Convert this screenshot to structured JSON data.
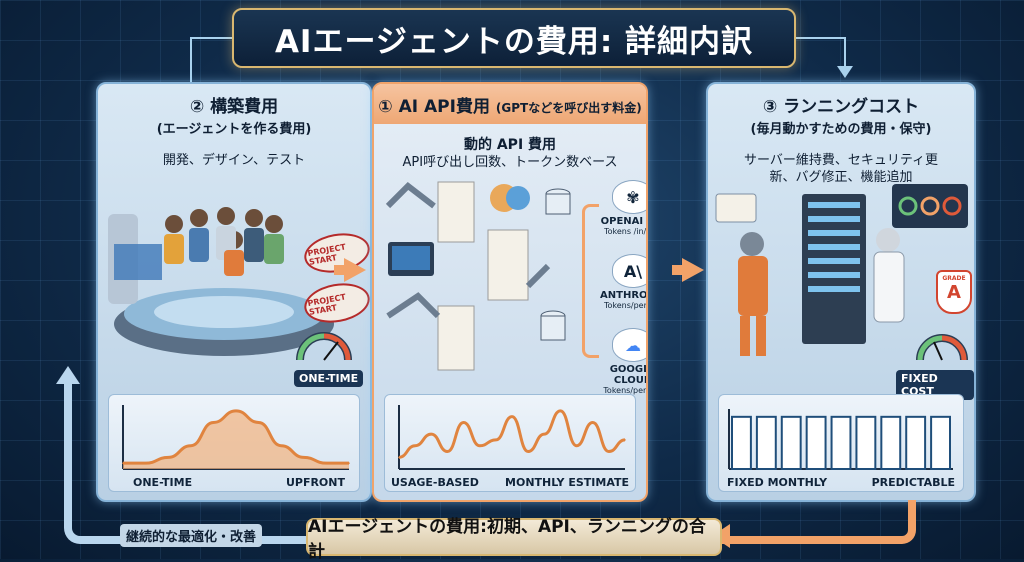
{
  "title": "AIエージェントの費用: 詳細内訳",
  "panels": [
    {
      "title": "② 構築費用",
      "subtitle": "(エージェントを作る費用)",
      "description": "開発、デザイン、テスト",
      "stamps": [
        "PROJECT START",
        "PROJECT START"
      ],
      "gauge_label": "ONE-TIME",
      "chart_left": "ONE-TIME",
      "chart_right": "UPFRONT",
      "curve": "peak"
    },
    {
      "title": "① AI API費用",
      "title_note": "(GPTなどを呼び出す料金)",
      "subtitle": "動的 API 費用",
      "description": "API呼び出し回数、トークン数ベース",
      "providers": [
        {
          "name": "OPENAI API",
          "sub": "Tokens /in/ out",
          "icon": "openai-icon"
        },
        {
          "name": "ANTHROPIC",
          "sub": "Tokens/per cut",
          "icon": "anthropic-icon"
        },
        {
          "name": "GOOGLE CLOUD",
          "sub": "Tokens/per call",
          "icon": "google-cloud-icon"
        }
      ],
      "chart_left": "USAGE-BASED",
      "chart_right": "MONTHLY ESTIMATE",
      "curve": "wave"
    },
    {
      "title": "③ ランニングコスト",
      "subtitle": "(毎月動かすための費用・保守)",
      "description": "サーバー維持費、セキュリティ更新、バグ修正、機能追加",
      "grade": "A",
      "grade_label": "GRADE",
      "gauge_label": "FIXED COST",
      "chart_left": "FIXED MONTHLY",
      "chart_right": "PREDICTABLE",
      "curve": "bars"
    }
  ],
  "bottom_banner": "AIエージェントの費用:初期、API、ランニングの合計",
  "loop_label": "継続的な最適化・改善",
  "colors": {
    "accent": "#f2a268",
    "gold": "#d9b770",
    "panel": "#c8dcee"
  },
  "chart_data": [
    {
      "type": "area",
      "x": [
        0,
        1,
        2,
        3,
        4,
        5,
        6,
        7,
        8,
        9,
        10
      ],
      "y": [
        1,
        1,
        2,
        4,
        8,
        10,
        8,
        4,
        2,
        1,
        1
      ],
      "xlabel": "",
      "ylabel": ""
    },
    {
      "type": "line",
      "x": [
        0,
        1,
        2,
        3,
        4,
        5,
        6,
        7,
        8,
        9,
        10,
        11,
        12,
        13,
        14
      ],
      "y": [
        2,
        4,
        6,
        3,
        8,
        4,
        5,
        9,
        3,
        6,
        10,
        4,
        8,
        3,
        5
      ],
      "xlabel": "",
      "ylabel": ""
    },
    {
      "type": "bar",
      "categories": [
        "1",
        "2",
        "3",
        "4",
        "5",
        "6",
        "7",
        "8",
        "9"
      ],
      "values": [
        7,
        7,
        7,
        7,
        7,
        7,
        7,
        7,
        7
      ],
      "xlabel": "",
      "ylabel": ""
    }
  ]
}
